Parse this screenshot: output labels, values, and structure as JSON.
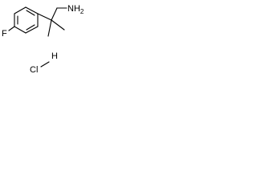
{
  "molecule": {
    "labels": {
      "fluorine": "F",
      "amine": "NH",
      "amine_subscript": "2",
      "hydrogen": "H",
      "chlorine": "Cl"
    },
    "line_color": "#000000",
    "background": "#ffffff"
  }
}
